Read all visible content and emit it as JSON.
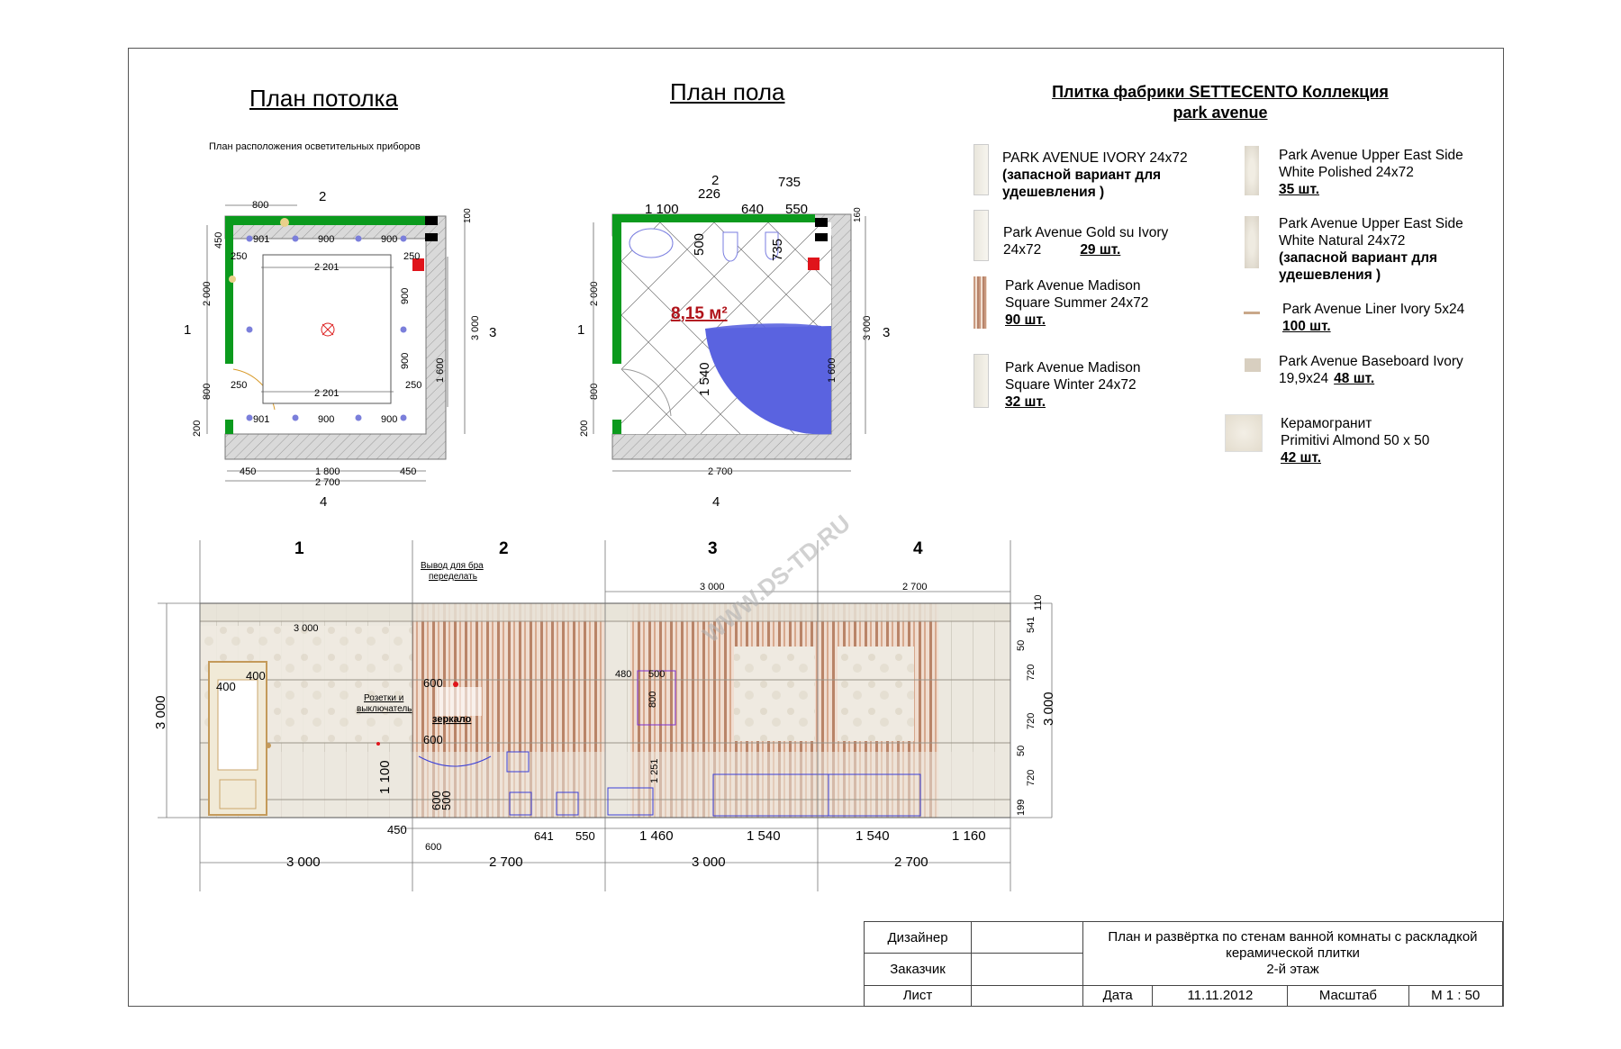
{
  "titles": {
    "ceiling": "План потолка",
    "ceiling_sub": "План расположения осветительных приборов",
    "floor": "План пола",
    "collection_line1": "Плитка фабрики SETTECENTO Коллекция",
    "collection_line2": "park avenue"
  },
  "legend": [
    {
      "name": "PARK AVENUE IVORY 24x72",
      "note": "(запасной вариант для удешевления )",
      "qty": ""
    },
    {
      "name": "Park Avenue Gold su Ivory",
      "name2": "24x72",
      "qty": "29 шт."
    },
    {
      "name": "Park Avenue Madison",
      "name2": "Square Summer 24x72",
      "qty": "90 шт."
    },
    {
      "name": "Park Avenue Madison",
      "name2": "Square Winter 24x72",
      "qty": "32 шт."
    },
    {
      "name": "Park Avenue Upper East Side",
      "name2": "White Polished 24x72",
      "qty": "35 шт."
    },
    {
      "name": "Park Avenue Upper East Side",
      "name2": "White Natural 24x72",
      "note": "(запасной вариант для удешевления )",
      "qty": ""
    },
    {
      "name": "Park Avenue Liner Ivory 5x24",
      "qty": "100 шт."
    },
    {
      "name": "Park Avenue Baseboard Ivory",
      "name2": "19,9x24",
      "qty": "48  шт."
    },
    {
      "name": "Керамогранит",
      "name2": "Primitivi Almond  50 x 50",
      "qty": "42   шт."
    }
  ],
  "ceiling_dims": {
    "top_800": "800",
    "side_450": "450",
    "r1": "901",
    "r2": "900",
    "r3": "900",
    "a250": "250",
    "inner_w": "2 201",
    "left_2000": "2 000",
    "left_800": "800",
    "left_200": "200",
    "right_900a": "900",
    "right_900b": "900",
    "right_100": "100",
    "right_3000": "3 000",
    "right_1600": "1 600",
    "b450": "450",
    "b1800": "1 800",
    "b450b": "450",
    "b2700": "2 700",
    "wall2": "2",
    "wall1": "1",
    "wall3": "3",
    "wall4": "4"
  },
  "floor_dims": {
    "d226": "226",
    "d735": "735",
    "d1100": "1 100",
    "d640": "640",
    "d550": "550",
    "d500": "500",
    "d735v": "735",
    "area": "8,15 м²",
    "d1540": "1 540",
    "d1600": "1 600",
    "d3000": "3 000",
    "d2000": "2 000",
    "d800": "800",
    "d200": "200",
    "d160": "160",
    "d2700": "2 700"
  },
  "elevation": {
    "wall_numbers": [
      "1",
      "2",
      "3",
      "4"
    ],
    "top_3000_a": "3 000",
    "top_2700": "2 700",
    "inner_3000": "3 000",
    "label_bra": "Вывод для бра переделать",
    "label_outlets": "Розетки и выключатель",
    "label_mirror": "зеркало",
    "dims": {
      "door_400a": "400",
      "door_400b": "400",
      "h3000": "3 000",
      "h1100": "1 100",
      "d450": "450",
      "d600top": "600",
      "d600bot": "600",
      "d600a": "600",
      "d500": "500",
      "d600low": "600",
      "d480": "480",
      "d500r": "500",
      "d800": "800",
      "d1251": "1 251",
      "r110": "110",
      "r541": "541",
      "r50a": "50",
      "r720a": "720",
      "r720b": "720",
      "r50b": "50",
      "r720c": "720",
      "r199": "199",
      "r3000": "3 000"
    },
    "bottom_row1": [
      "641",
      "550",
      "1 460",
      "1 540",
      "1 540",
      "1 160"
    ],
    "bottom_row2": [
      "3 000",
      "2 700",
      "3 000",
      "2 700"
    ]
  },
  "watermark": "WWW.DS-TD.RU",
  "stamp": {
    "designer": "Дизайнер",
    "client": "Заказчик",
    "sheet": "Лист",
    "title": "План и развёртка по стенам ванной комнаты с раскладкой керамической плитки",
    "floor": "2-й этаж",
    "date_label": "Дата",
    "date": "11.11.2012",
    "scale_label": "Масштаб",
    "scale": "М 1 : 50"
  },
  "colors": {
    "wall_green": "#0b9a1d",
    "bath_blue": "#5a63e0",
    "red": "#e0141b",
    "area_red": "#b0131a"
  }
}
